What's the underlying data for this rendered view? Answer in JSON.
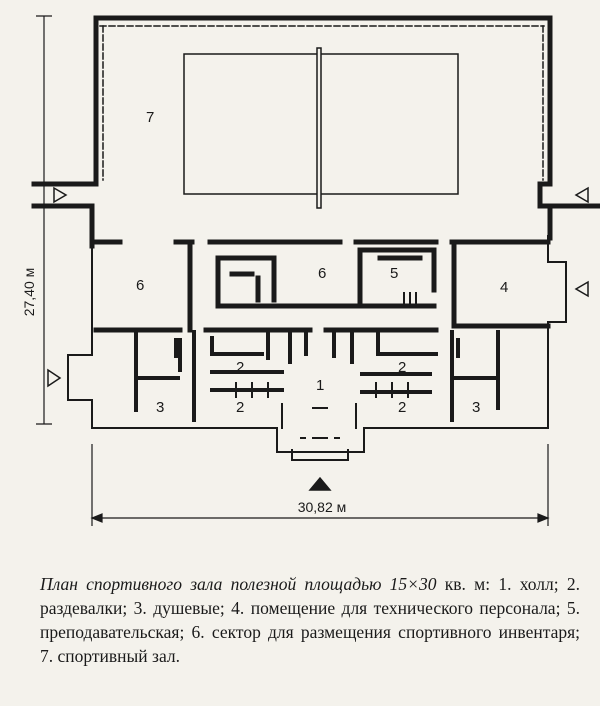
{
  "dimensions": {
    "height": "27,40 м",
    "width": "30,82 м"
  },
  "room_labels": {
    "r1": "1",
    "r2a": "2",
    "r2b": "2",
    "r2c": "2",
    "r2d": "2",
    "r3a": "3",
    "r3b": "3",
    "r4": "4",
    "r5": "5",
    "r6a": "6",
    "r6b": "6",
    "r7": "7"
  },
  "caption": {
    "title": "План спортивного зала полезной площадью 15×30",
    "body": "кв. м: 1. холл; 2. раздевалки; 3. душевые; 4. помещение для технического персонала; 5. преподавательская; 6. сектор для размещения спортивного инвентаря; 7. спортивный зал."
  }
}
